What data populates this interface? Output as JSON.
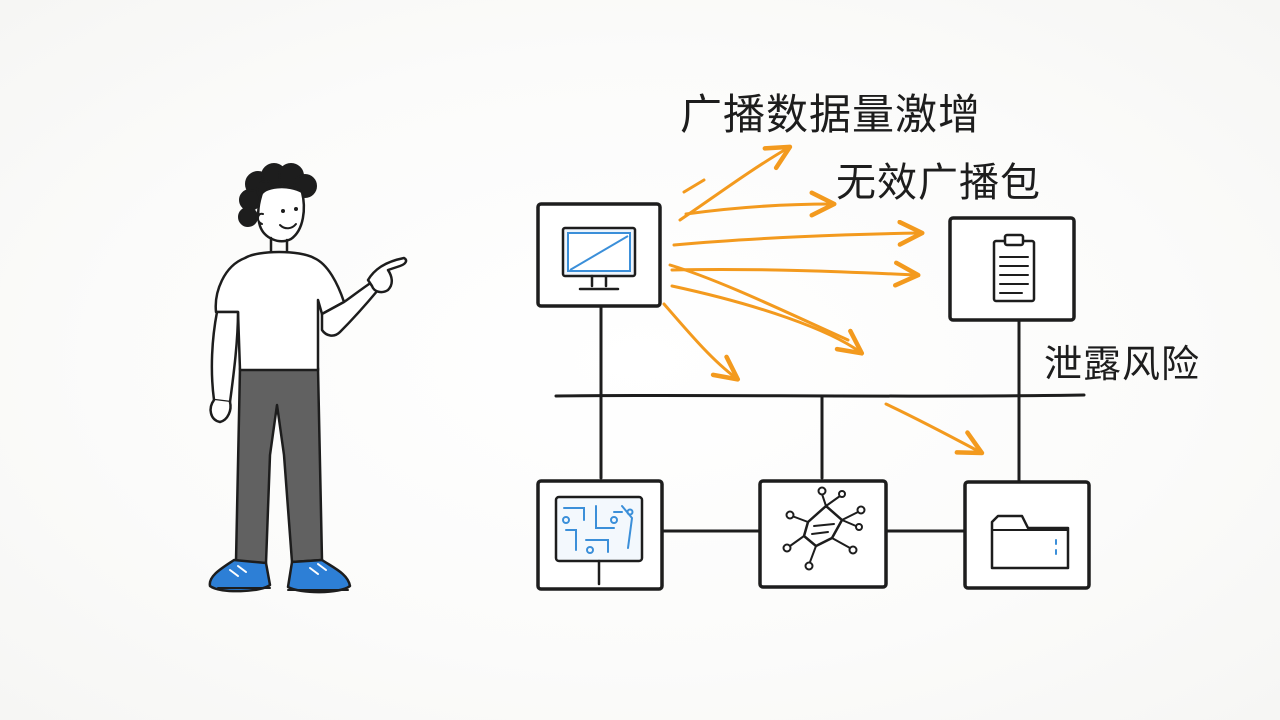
{
  "diagram": {
    "labels": {
      "broadcast_surge": "广播数据量激增",
      "invalid_packets": "无效广播包",
      "leak_risk": "泄露风险"
    },
    "colors": {
      "ink": "#1d1d1d",
      "arrow": "#f39a1e",
      "screen_blue": "#3b8fd9",
      "shoe_blue": "#2d7fd6",
      "pants_gray": "#616161"
    },
    "icons": {
      "source_node": "monitor-icon",
      "target_node": "clipboard-document-icon",
      "circuit_node": "circuit-screen-icon",
      "chip_node": "chip-network-icon",
      "folder_node": "folder-icon",
      "presenter": "person-pointing-figure"
    }
  }
}
